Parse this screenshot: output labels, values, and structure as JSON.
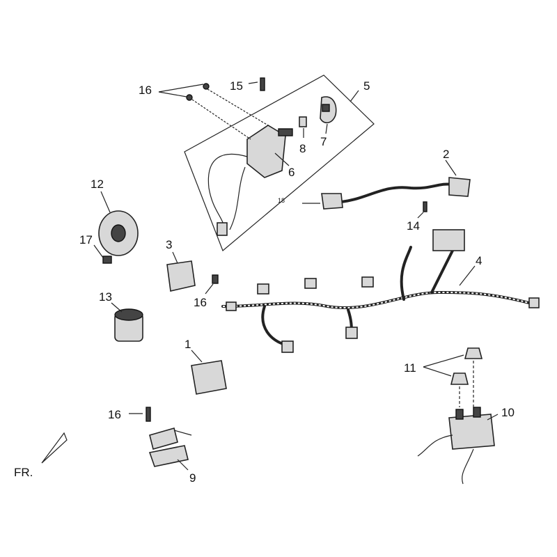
{
  "diagram": {
    "orientation_label": "FR.",
    "callouts": {
      "p1": "1",
      "p2": "2",
      "p3": "3",
      "p4": "4",
      "p5": "5",
      "p6": "6",
      "p7": "7",
      "p8": "8",
      "p9": "9",
      "p10": "10",
      "p11": "11",
      "p12": "12",
      "p13": "13",
      "p14": "14",
      "p15": "15",
      "p16a": "16",
      "p16b": "16",
      "p16c": "16",
      "p17": "17",
      "p18": "18"
    }
  }
}
